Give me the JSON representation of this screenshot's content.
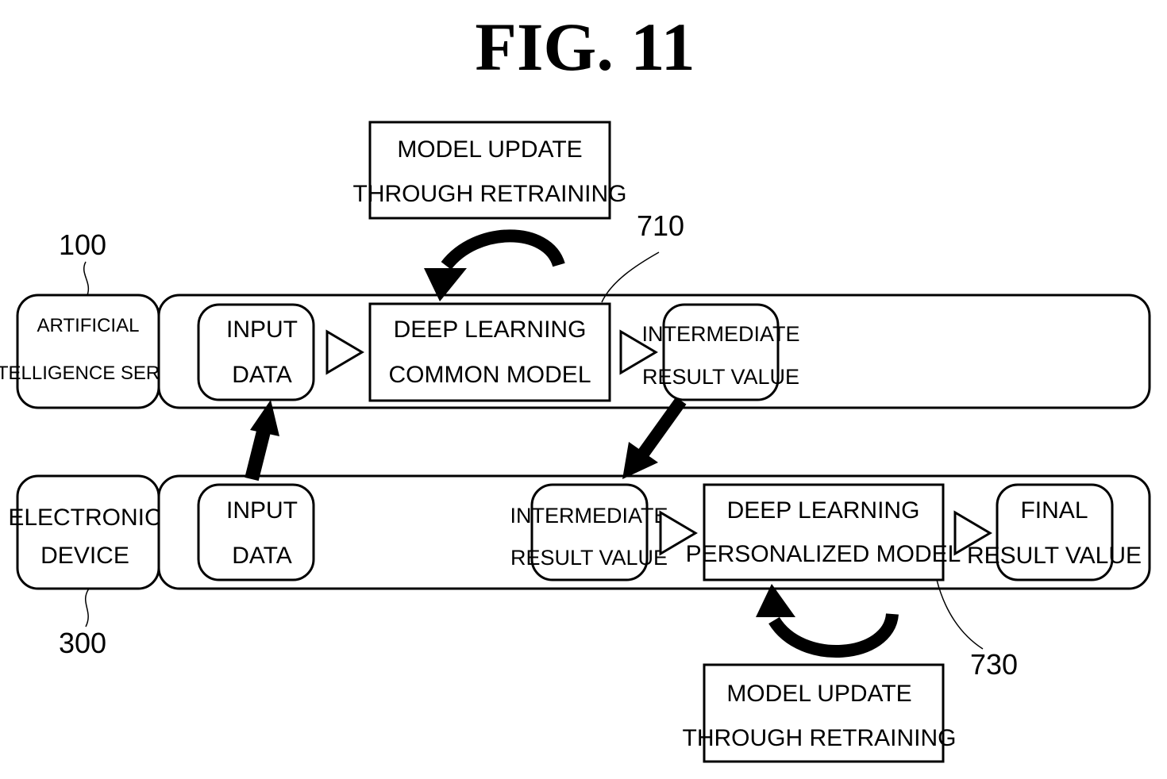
{
  "figure": {
    "title": "FIG. 11",
    "refs": {
      "server": "100",
      "device": "300",
      "common_model": "710",
      "personalized_model": "730"
    },
    "server": {
      "label_line1": "ARTIFICIAL",
      "label_line2": "INTELLIGENCE SERVER",
      "input": {
        "line1": "INPUT",
        "line2": "DATA"
      },
      "model": {
        "line1": "DEEP LEARNING",
        "line2": "COMMON MODEL"
      },
      "intermediate": {
        "line1": "INTERMEDIATE",
        "line2": "RESULT VALUE"
      },
      "update": {
        "line1": "MODEL UPDATE",
        "line2": "THROUGH RETRAINING"
      }
    },
    "device": {
      "label_line1": "ELECTRONIC",
      "label_line2": "DEVICE",
      "input": {
        "line1": "INPUT",
        "line2": "DATA"
      },
      "intermediate": {
        "line1": "INTERMEDIATE",
        "line2": "RESULT VALUE"
      },
      "model": {
        "line1": "DEEP LEARNING",
        "line2": "PERSONALIZED MODEL"
      },
      "final": {
        "line1": "FINAL",
        "line2": "RESULT VALUE"
      },
      "update": {
        "line1": "MODEL UPDATE",
        "line2": "THROUGH RETRAINING"
      }
    }
  }
}
